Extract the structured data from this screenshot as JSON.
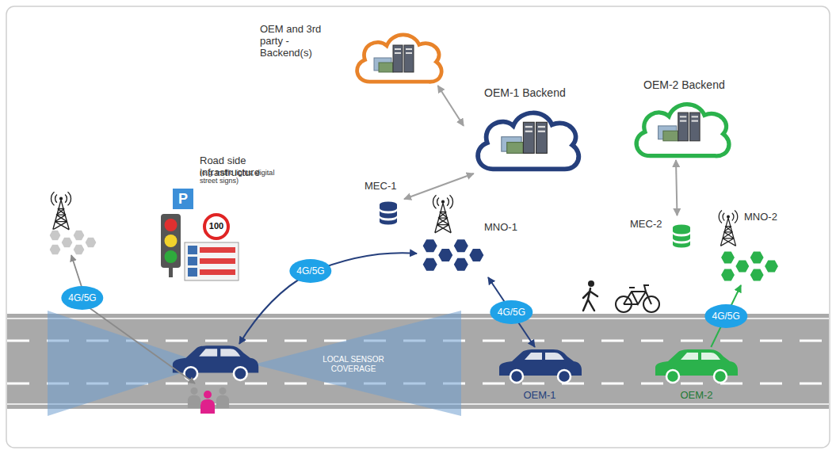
{
  "diagram": {
    "nodes": [
      {
        "text": [
          "OEM and 3rd party - Backend(s)"
        ]
      },
      {
        "text": [
          "OEM-1 Backend"
        ]
      },
      {
        "text": [
          "OEM-2 Backend"
        ]
      },
      {
        "text": [
          "MEC-1"
        ]
      },
      {
        "text": [
          "MNO-1"
        ]
      },
      {
        "text": [
          "MEC-2"
        ]
      },
      {
        "text": [
          "MNO-2"
        ]
      },
      {
        "text": [
          "OEM-1"
        ]
      },
      {
        "text": [
          "OEM-2"
        ]
      }
    ],
    "edges": [
      {
        "from": 0,
        "to": 1,
        "arrow": "both"
      },
      {
        "from": 1,
        "to": 3,
        "arrow": "both"
      },
      {
        "from": 2,
        "to": 5,
        "arrow": "both"
      },
      {
        "from": 7,
        "to": 4,
        "label": "4G/5G",
        "arrow": "both"
      },
      {
        "from": 8,
        "to": 6,
        "label": "4G/5G",
        "arrow": "to"
      }
    ],
    "labels": [
      "Road side infrastructure",
      "(e.g. traffic lights, digital street signs)",
      "P",
      "100",
      "4G/5G",
      "4G/5G",
      "LOCAL SENSOR COVERAGE"
    ]
  }
}
